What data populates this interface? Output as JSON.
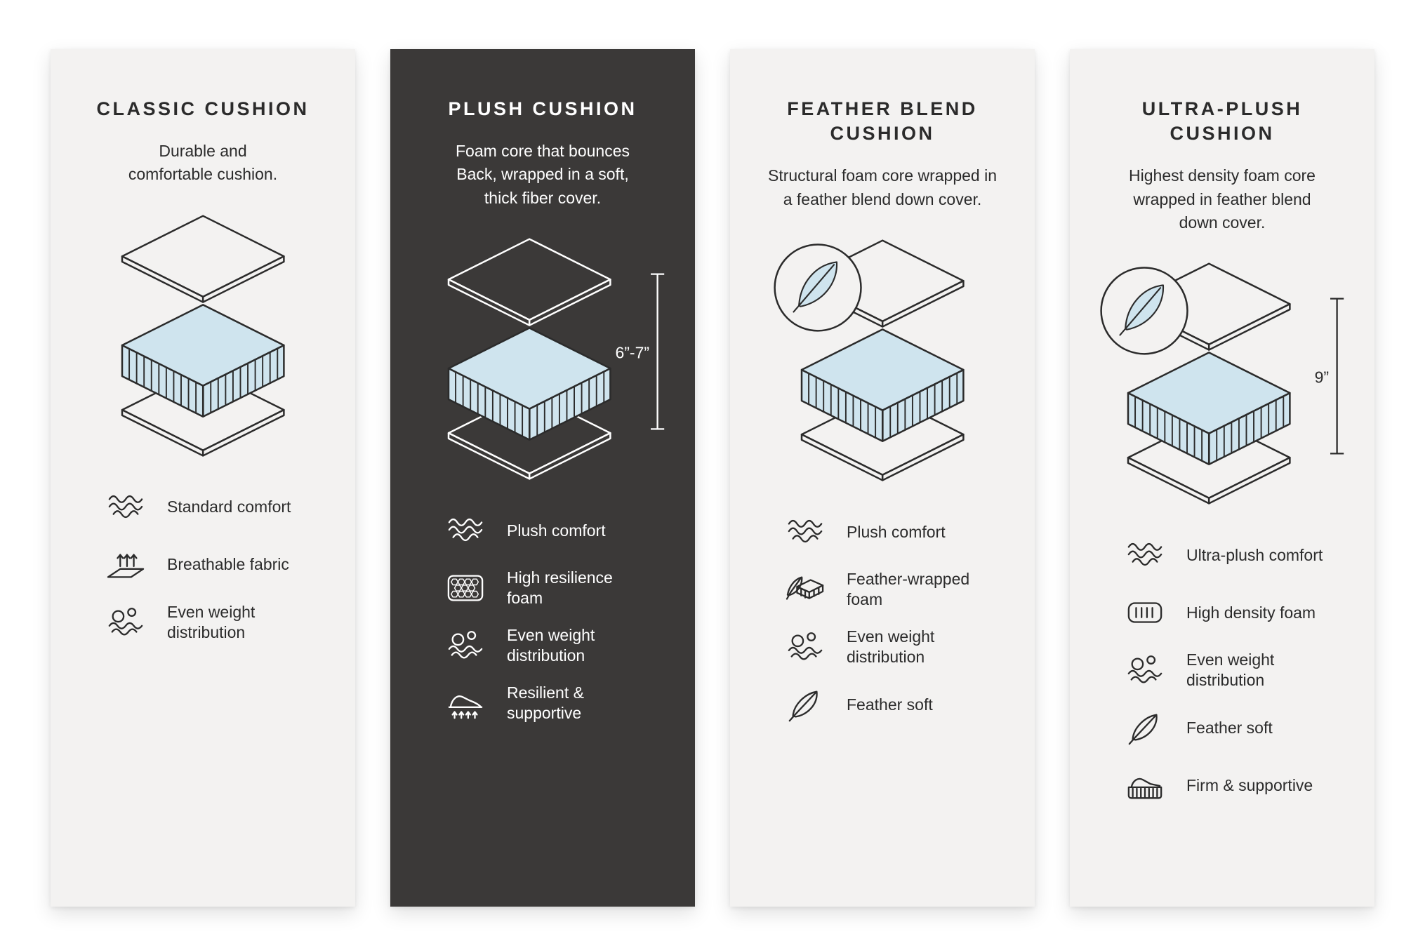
{
  "colors": {
    "page_background": "#ffffff",
    "card_light_bg": "#f3f2f1",
    "card_dark_bg": "#3b3938",
    "foam_blue": "#cfe4ee",
    "line_dark": "#2b2b2b",
    "line_light": "#ffffff"
  },
  "cards": [
    {
      "id": "classic-cushion",
      "theme": "light",
      "title": "CLASSIC CUSHION",
      "description": "Durable and\ncomfortable cushion.",
      "dimension_label": "",
      "has_feather_badge": false,
      "features": [
        {
          "icon": "wave-comfort-icon",
          "label": "Standard comfort"
        },
        {
          "icon": "breathable-fabric-icon",
          "label": "Breathable fabric"
        },
        {
          "icon": "even-weight-icon",
          "label": "Even weight\ndistribution"
        }
      ]
    },
    {
      "id": "plush-cushion",
      "theme": "dark",
      "title": "PLUSH CUSHION",
      "description": "Foam core that bounces\nBack, wrapped in a soft,\nthick fiber cover.",
      "dimension_label": "6”-7”",
      "has_feather_badge": false,
      "features": [
        {
          "icon": "wave-comfort-icon",
          "label": "Plush comfort"
        },
        {
          "icon": "resilience-foam-icon",
          "label": "High resilience\nfoam"
        },
        {
          "icon": "even-weight-icon",
          "label": "Even weight\ndistribution"
        },
        {
          "icon": "resilient-supportive-icon",
          "label": "Resilient &\nsupportive"
        }
      ]
    },
    {
      "id": "feather-blend-cushion",
      "theme": "light",
      "title": "FEATHER BLEND\nCUSHION",
      "description": "Structural foam core wrapped in\na feather blend down cover.",
      "dimension_label": "",
      "has_feather_badge": true,
      "features": [
        {
          "icon": "wave-comfort-icon",
          "label": "Plush comfort"
        },
        {
          "icon": "feather-wrapped-foam-icon",
          "label": "Feather-wrapped\nfoam"
        },
        {
          "icon": "even-weight-icon",
          "label": "Even weight\ndistribution"
        },
        {
          "icon": "feather-soft-icon",
          "label": "Feather soft"
        }
      ]
    },
    {
      "id": "ultra-plush-cushion",
      "theme": "light",
      "title": "ULTRA-PLUSH\nCUSHION",
      "description": "Highest density foam core\nwrapped in feather blend\ndown cover.",
      "dimension_label": "9”",
      "has_feather_badge": true,
      "features": [
        {
          "icon": "wave-comfort-icon",
          "label": "Ultra-plush comfort"
        },
        {
          "icon": "high-density-foam-icon",
          "label": "High density foam"
        },
        {
          "icon": "even-weight-icon",
          "label": "Even weight\ndistribution"
        },
        {
          "icon": "feather-soft-icon",
          "label": "Feather soft"
        },
        {
          "icon": "firm-supportive-icon",
          "label": "Firm & supportive"
        }
      ]
    }
  ]
}
